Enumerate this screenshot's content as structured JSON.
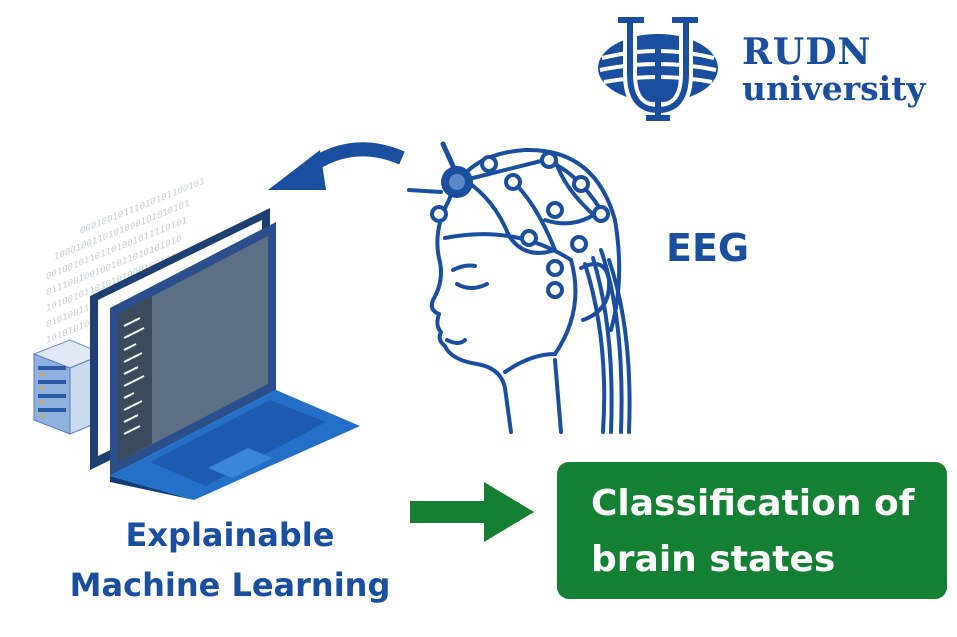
{
  "logo": {
    "line1": "RUDN",
    "line2": "university",
    "color": "#1a4fa0"
  },
  "labels": {
    "eeg": "EEG",
    "xml_line1": "Explainable",
    "xml_line2": "Machine Learning",
    "result_line1": "Classification of",
    "result_line2": "brain states"
  },
  "colors": {
    "blue": "#1a4fa0",
    "green": "#148033",
    "laptop_blue": "#2470c9"
  },
  "binary_text": [
    "00010010111010101100101",
    "1000100110101000101010101",
    "00100101101101001011110101",
    "0111001001001011010101010",
    "101001011010101000100101",
    "0101001101011010101",
    "1010101001010"
  ],
  "icons": [
    "rudn-logo-icon",
    "curved-arrow-icon",
    "head-eeg-cap-icon",
    "laptop-icon",
    "server-icon",
    "right-arrow-icon"
  ]
}
